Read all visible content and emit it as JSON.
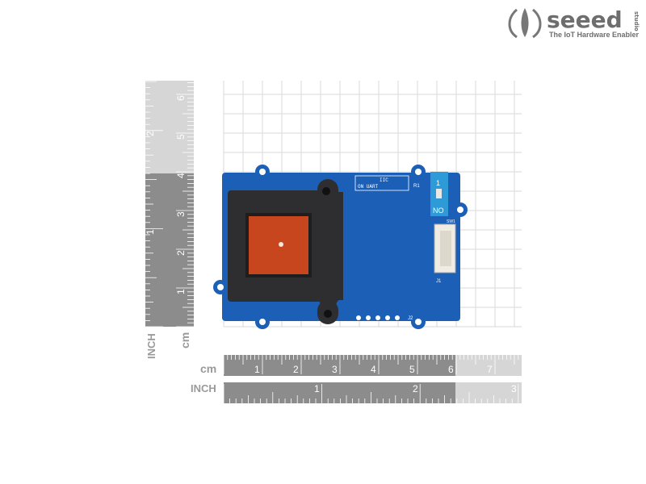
{
  "logo": {
    "brand": "seeed",
    "suffix": "studio",
    "tagline": "The IoT Hardware Enabler"
  },
  "rulers": {
    "vertical": {
      "inch_label": "INCH",
      "cm_label": "cm",
      "cm_ticks": [
        "1",
        "2",
        "3",
        "4",
        "5",
        "6"
      ],
      "inch_ticks": [
        "1",
        "2"
      ]
    },
    "horizontal": {
      "cm_label": "cm",
      "inch_label": "INCH",
      "cm_ticks": [
        "1",
        "2",
        "3",
        "4",
        "5",
        "6",
        "7"
      ],
      "inch_ticks": [
        "1",
        "2",
        "3"
      ]
    }
  },
  "board": {
    "color": "#1a5fb4",
    "housing_color": "#2e2e30",
    "window_color": "#c8461e",
    "switch_color": "#2f9ad8",
    "silkscreen": [
      "ON UART",
      "IIC",
      "J2",
      "J1",
      "R1",
      "SW1",
      "NO",
      "1"
    ]
  },
  "colors": {
    "ruler_dark": "#8a8a8a",
    "ruler_light": "#d4d4d4",
    "grid": "#d8d8d8"
  }
}
